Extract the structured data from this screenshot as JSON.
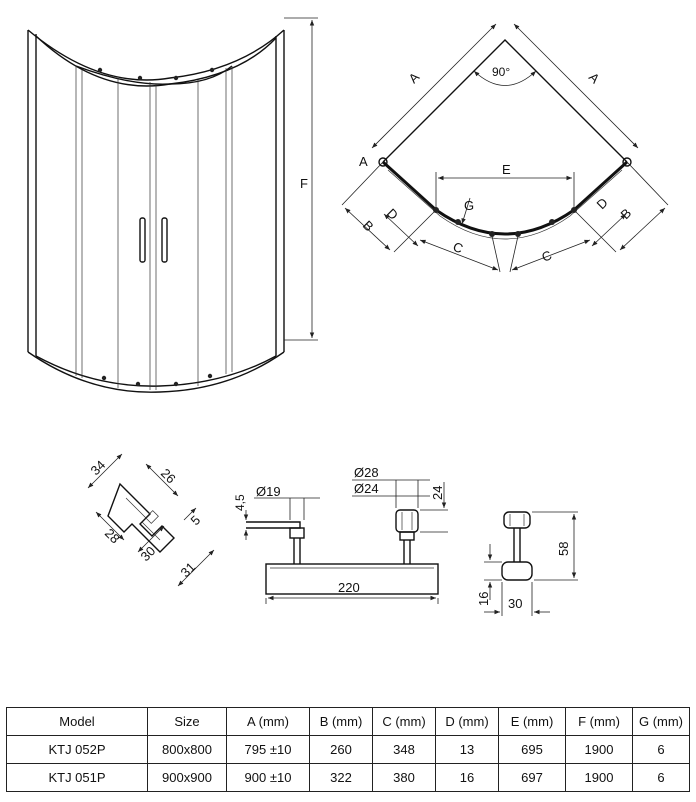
{
  "diagram": {
    "main_labels": {
      "height": "F",
      "width": "A",
      "angle": "90°",
      "e": "E",
      "b": "B",
      "d": "D",
      "c": "C",
      "g": "G",
      "end_a": "A"
    },
    "profile_dims": [
      "34",
      "26",
      "28",
      "5",
      "30",
      "31"
    ],
    "handle_dims": {
      "h45": "4,5",
      "d19": "Ø19",
      "d28": "Ø28",
      "d24": "Ø24",
      "h24": "24",
      "len": "220"
    },
    "roller_dims": {
      "h58": "58",
      "h16": "16",
      "w30": "30"
    }
  },
  "table": {
    "headers": [
      "Model",
      "Size",
      "A (mm)",
      "B (mm)",
      "C (mm)",
      "D (mm)",
      "E (mm)",
      "F (mm)",
      "G (mm)"
    ],
    "rows": [
      [
        "KTJ 052P",
        "800x800",
        "795 ±10",
        "260",
        "348",
        "13",
        "695",
        "1900",
        "6"
      ],
      [
        "KTJ 051P",
        "900x900",
        "900 ±10",
        "322",
        "380",
        "16",
        "697",
        "1900",
        "6"
      ]
    ]
  }
}
